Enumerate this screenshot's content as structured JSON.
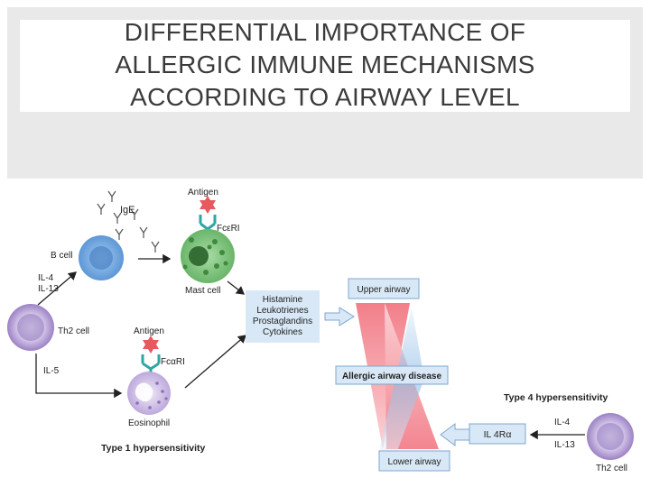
{
  "slide": {
    "title_lines": [
      "DIFFERENTIAL IMPORTANCE OF",
      "ALLERGIC IMMUNE MECHANISMS",
      "ACCORDING TO AIRWAY LEVEL"
    ]
  },
  "diagram": {
    "ige": "IgE",
    "antigen_top": "Antigen",
    "fceri": "FcεRI",
    "b_cell": "B cell",
    "il4_left": "IL-4",
    "il13_left": "IL-13",
    "mast_cell": "Mast cell",
    "th2_left": "Th2 cell",
    "antigen_bottom": "Antigen",
    "fcari": "FcαRI",
    "il5": "IL-5",
    "eosinophil": "Eosinophil",
    "type1": "Type 1 hypersensitivity",
    "mediators": [
      "Histamine",
      "Leukotrienes",
      "Prostaglandins",
      "Cytokines"
    ],
    "upper_airway": "Upper airway",
    "allergic_airway_disease": "Allergic airway disease",
    "lower_airway": "Lower airway",
    "type4": "Type 4 hypersensitivity",
    "il4ra": "IL 4Rα",
    "il4_right": "IL-4",
    "il13_right": "IL-13",
    "th2_right": "Th2 cell"
  },
  "colors": {
    "title_text": "#3b3b3b",
    "header_band": "#e9e9e9",
    "b_cell": "#7fb2e6",
    "mast_cell": "#8cc98c",
    "th2_cell": "#b9a6d6",
    "mediator_box": "#d8e8f6",
    "airway_pink": "#ef8f97",
    "airway_blue": "#cfe3f5"
  }
}
